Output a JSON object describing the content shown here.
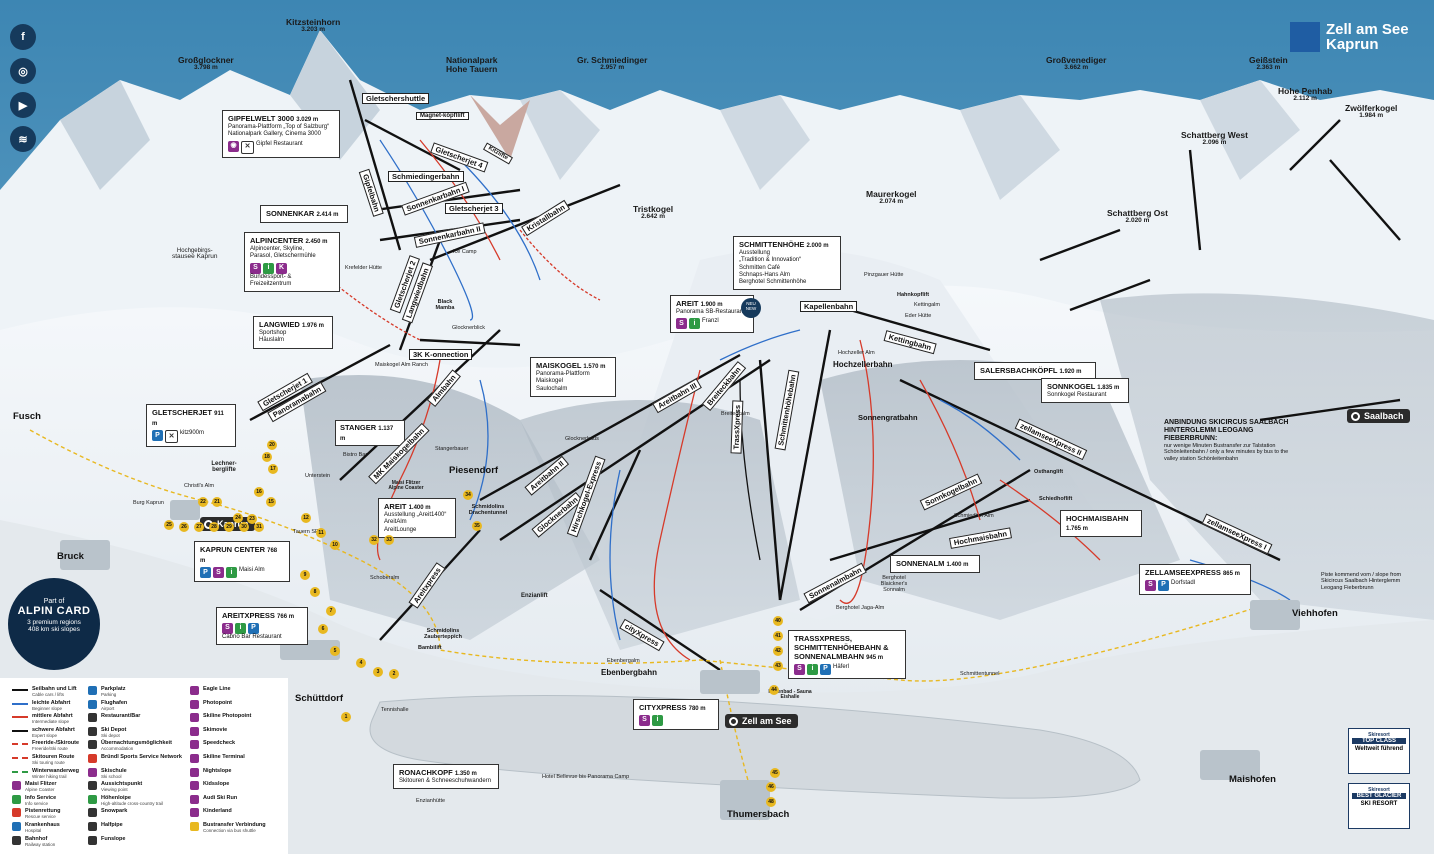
{
  "brand": {
    "line1": "Zell am See",
    "line2": "Kaprun"
  },
  "social": [
    {
      "name": "facebook-icon",
      "glyph": "f"
    },
    {
      "name": "instagram-icon",
      "glyph": "◎"
    },
    {
      "name": "youtube-icon",
      "glyph": "▶"
    },
    {
      "name": "wifi-icon",
      "glyph": "≋"
    }
  ],
  "peaks": [
    {
      "name": "Kitzsteinhorn",
      "alt": "3.203 m"
    },
    {
      "name": "Großglockner",
      "alt": "3.798 m"
    },
    {
      "name": "Nationalpark",
      "alt": "Hohe Tauern"
    },
    {
      "name": "Gr. Schmiedinger",
      "alt": "2.957 m"
    },
    {
      "name": "Großvenediger",
      "alt": "3.662 m"
    },
    {
      "name": "Geißstein",
      "alt": "2.363 m"
    },
    {
      "name": "Hohe Penhab",
      "alt": "2.112 m"
    },
    {
      "name": "Zwölferkogel",
      "alt": "1.984 m"
    },
    {
      "name": "Schattberg West",
      "alt": "2.096 m"
    },
    {
      "name": "Maurerkogel",
      "alt": "2.074 m"
    },
    {
      "name": "Schattberg Ost",
      "alt": "2.020 m"
    },
    {
      "name": "Tristkogel",
      "alt": "2.642 m"
    },
    {
      "name": "Hochgebirgs-",
      "alt": "stausee Kaprun"
    }
  ],
  "towns": {
    "fusch": "Fusch",
    "bruck": "Bruck",
    "schuettdorf": "Schüttdorf",
    "piesendorf": "Piesendorf",
    "viehhofen": "Viehhofen",
    "maishofen": "Maishofen",
    "thumersbach": "Thumersbach",
    "ebenbergbahn": "Ebenbergbahn",
    "hochzellerbahn": "Hochzellerbahn"
  },
  "badges": {
    "kaprun": "Kaprun",
    "zell": "Zell am See",
    "saalbach": "Saalbach"
  },
  "boxes": {
    "gipfelwelt": {
      "title": "GIPFELWELT 3000",
      "alt": "3.029 m",
      "l1": "Panorama-Plattform „Top of Salzburg“",
      "l2": "Nationalpark Gallery, Cinema 3000",
      "l3": "Gipfel Restaurant"
    },
    "sonnenkar": {
      "title": "SONNENKAR",
      "alt": "2.414 m"
    },
    "alpincenter": {
      "title": "ALPINCENTER",
      "alt": "2.450 m",
      "l1": "Alpincenter, Skyline,",
      "l2": "Parasol, Gletschermühle",
      "l3": "Bundessport- &",
      "l4": "Freizeitzentrum"
    },
    "langwied": {
      "title": "LANGWIED",
      "alt": "1.976 m",
      "l1": "Sportshop",
      "l2": "Häuslalm"
    },
    "gletscherjet": {
      "title": "GLETSCHERJET",
      "alt": "911 m",
      "l1": "kitz900m"
    },
    "maiskogel": {
      "title": "MAISKOGEL",
      "alt": "1.570 m",
      "l1": "Panorama-Plattform",
      "l2": "Maiskogel",
      "l3": "Saulochalm"
    },
    "stanger": {
      "title": "STANGER",
      "alt": "1.137 m"
    },
    "areit_k": {
      "title": "AREIT",
      "alt": "1.400 m",
      "l1": "Ausstellung „Areit1400“",
      "l2": "AreitAlm",
      "l3": "AreitLounge"
    },
    "kaprun_center": {
      "title": "KAPRUN CENTER",
      "alt": "768 m",
      "l1": "Maisi Alm"
    },
    "areitxpress": {
      "title": "AREITXPRESS",
      "alt": "766 m",
      "l1": "Cabrio Bar Restaurant"
    },
    "ronachkopf": {
      "title": "RONACHKOPF",
      "alt": "1.350 m",
      "l1": "Skitouren & Schneeschuhwandern"
    },
    "schmittenhoehe": {
      "title": "SCHMITTENHÖHE",
      "alt": "2.000 m",
      "l1": "Ausstellung",
      "l2": "„Tradition & Innovation“",
      "l3": "Schmitten Café",
      "l4": "Schnaps-Hans Alm",
      "l5": "Berghotel Schmittenhöhe"
    },
    "areit_z": {
      "title": "AREIT",
      "alt": "1.900 m",
      "l1": "Panorama SB-Restaurant",
      "l2": "Franzl",
      "neu": "NEU NEW"
    },
    "salersbach": {
      "title": "SALERSBACHKÖPFL",
      "alt": "1.920 m"
    },
    "sonnkogel": {
      "title": "SONNKOGEL",
      "alt": "1.835 m",
      "l1": "Sonnkogel Restaurant"
    },
    "hochmaisbahn": {
      "title": "HOCHMAISBAHN",
      "alt": "1.765 m"
    },
    "sonnenalm": {
      "title": "SONNENALM",
      "alt": "1.400 m"
    },
    "zellamseexpress": {
      "title": "ZELLAMSEEXPRESS",
      "alt": "865 m",
      "l1": "Dorfstadl"
    },
    "trassxpress": {
      "title": "TRASSXPRESS,",
      "l1": "SCHMITTENHÖHEBAHN &",
      "l2": "SONNENALMBAHN",
      "alt": "945 m",
      "l3": "Häferl"
    },
    "cityxpress": {
      "title": "CITYXPRESS",
      "alt": "780 m"
    }
  },
  "lifts": [
    {
      "name": "Gletschershuttle"
    },
    {
      "name": "Magnet-köpfllift"
    },
    {
      "name": "Gipfelbahn"
    },
    {
      "name": "Gletscherjet 4"
    },
    {
      "name": "Kitzlifte"
    },
    {
      "name": "Schmiedingerbahn"
    },
    {
      "name": "Sonnenkarbahn I"
    },
    {
      "name": "Gletscherjet 3"
    },
    {
      "name": "Sonnenkarbahn II"
    },
    {
      "name": "Kristallbahn"
    },
    {
      "name": "Gletscherjet 2"
    },
    {
      "name": "Langwiedbahn"
    },
    {
      "name": "Gletscherjet 1"
    },
    {
      "name": "Panoramabahn"
    },
    {
      "name": "3K K-onnection"
    },
    {
      "name": "Almbahn"
    },
    {
      "name": "MK Maiskogelbahn"
    },
    {
      "name": "Areitbahn III"
    },
    {
      "name": "Breiteckbahn"
    },
    {
      "name": "Areitbahn II"
    },
    {
      "name": "Glocknerbahn"
    },
    {
      "name": "Hirschkogel-Express"
    },
    {
      "name": "Areitxpress"
    },
    {
      "name": "TrassXpress"
    },
    {
      "name": "Schmittenhöhebahn"
    },
    {
      "name": "Kapellenbahn"
    },
    {
      "name": "Kettingbahn"
    },
    {
      "name": "zellamseeXpress II"
    },
    {
      "name": "zellamseeXpress I"
    },
    {
      "name": "Sonnkogelbahn"
    },
    {
      "name": "Hochmaisbahn"
    },
    {
      "name": "Sonnenalmbahn"
    },
    {
      "name": "cityXpress"
    },
    {
      "name": "Sonnengratbahn"
    }
  ],
  "smalllabels": {
    "ice_camp": "Ice Camp",
    "kristaller": "Krefelder Hütte",
    "black_mamba": "Black Mamba",
    "glocknerblick": "Glocknerblick",
    "maiskogel_alm": "Maiskogel Alm Ranch",
    "bistro_bar": "Bistro Bar",
    "stangerbauer": "Stangerbauer",
    "unterstein": "Unterstein",
    "maisi_flitzer": "Maisi Flitzer Alpine Coaster",
    "christls": "Christl's Alm",
    "burg_kaprun": "Burg Kaprun",
    "tauern_spa": "Tauern SPA",
    "schoberalm": "Schoberalm",
    "enzianlift": "Enzianlift",
    "schmidolins": "Schmidolins Drachentunnel",
    "zauberteppich": "Schmidolins Zauberteppich",
    "bambilift": "Bambilift",
    "glocknerhaus": "Glocknerhaus",
    "breiteckalm": "Breiteckalm",
    "ebenbergalm": "Ebenbergalm",
    "hahnkopflift": "Hahnkopflift",
    "kettingalm": "Kettingalm",
    "ederhuette": "Eder Hütte",
    "pinzgauer": "Pinzgauer Hütte",
    "hochzeller_alm": "Hochzeller Alm",
    "osthanglift": "Osthanglift",
    "schiedhoflift": "Schiedhoflift",
    "schmiedhof_alm": "Schmiedhof Alm",
    "berghotel": "Berghotel Jaga-Alm",
    "blaickner": "Berghotel Blaickner's Sonnalm",
    "hallenbad": "Hallenbad - Sauna Eishalle",
    "bellevue": "Hotel Bellevue bis Panorama Camp",
    "enzianhuette": "Enzianhütte",
    "lechnerlifte": "Lechner-berglifte",
    "tennishalle": "Tennishalle",
    "schmittentunnel": "Schmittentunnel",
    "saalbach_info": "ANBINDUNG SKICIRCUS SAALBACH HINTERGLEMM LEOGANG FIEBERBRUNN:",
    "saalbach_sub": "nur wenige Minuten Bustransfer zur Talstation Schönleitenbahn / only a few minutes by bus to the valley station Schönleitenbahn",
    "piste_info": "Piste kommend vom / slope from Skicircus Saalbach Hinterglemm Leogang Fieberbrunn"
  },
  "alpin_card": {
    "part": "Part of",
    "name": "ALPIN CARD",
    "l1": "3 premium regions",
    "l2": "408 km ski slopes"
  },
  "awards": [
    {
      "brand": "Skiresort",
      "h": "TOP CLASS",
      "t": "Weltweit führend"
    },
    {
      "brand": "Skiresort",
      "h": "BEST GLACIER",
      "t": "SKI RESORT"
    }
  ],
  "legend": {
    "col1": [
      {
        "n": "Seilbahn und Lift",
        "s": "Cable cars / lifts",
        "c": "#111111",
        "k": "line"
      },
      {
        "n": "leichte Abfahrt",
        "s": "Beginner slope",
        "c": "#2f6fc9",
        "k": "line"
      },
      {
        "n": "mittlere Abfahrt",
        "s": "Intermediate slope",
        "c": "#d63a2a",
        "k": "line"
      },
      {
        "n": "schwere Abfahrt",
        "s": "Expert slope",
        "c": "#111111",
        "k": "line"
      },
      {
        "n": "Freeride-/Skiroute",
        "s": "Freeride/Ski route",
        "c": "#d63a2a",
        "k": "dash"
      },
      {
        "n": "Skitouren Route",
        "s": "Ski touring route",
        "c": "#d63a2a",
        "k": "dash"
      },
      {
        "n": "Winterwanderweg",
        "s": "Winter hiking trail",
        "c": "#2e9a44",
        "k": "dash"
      },
      {
        "n": "Maisi Flitzer",
        "s": "Alpine Coaster",
        "c": "#8b2c8c",
        "k": "sq"
      },
      {
        "n": "Info Service",
        "s": "Info service",
        "c": "#2e9a44",
        "k": "sq"
      },
      {
        "n": "Pistenrettung",
        "s": "Rescue service",
        "c": "#d63a2a",
        "k": "sq"
      },
      {
        "n": "Krankenhaus",
        "s": "Hospital",
        "c": "#1f6fb5",
        "k": "sq"
      },
      {
        "n": "Bahnhof",
        "s": "Railway station",
        "c": "#333333",
        "k": "sq"
      }
    ],
    "col2": [
      {
        "n": "Parkplatz",
        "s": "Parking",
        "c": "#1f6fb5"
      },
      {
        "n": "Flughafen",
        "s": "Airport",
        "c": "#1f6fb5"
      },
      {
        "n": "Restaurant/Bar",
        "s": "",
        "c": "#333333"
      },
      {
        "n": "Ski Depot",
        "s": "Ski depot",
        "c": "#333333"
      },
      {
        "n": "Übernachtungsmöglichkeit",
        "s": "Accommodation",
        "c": "#333333"
      },
      {
        "n": "Bründl Sports Service Network",
        "s": "",
        "c": "#d63a2a"
      },
      {
        "n": "Skischule",
        "s": "Ski school",
        "c": "#8b2c8c"
      },
      {
        "n": "Aussichtspunkt",
        "s": "Viewing point",
        "c": "#333333"
      },
      {
        "n": "Höhenloipe",
        "s": "High-altitude cross-country trail",
        "c": "#2e9a44"
      },
      {
        "n": "Snowpark",
        "s": "",
        "c": "#333333"
      },
      {
        "n": "Halfpipe",
        "s": "",
        "c": "#333333"
      },
      {
        "n": "Funslope",
        "s": "",
        "c": "#333333"
      }
    ],
    "col3": [
      {
        "n": "Eagle Line",
        "s": "",
        "c": "#8b2c8c"
      },
      {
        "n": "Photopoint",
        "s": "",
        "c": "#8b2c8c"
      },
      {
        "n": "Skiline Photopoint",
        "s": "",
        "c": "#8b2c8c"
      },
      {
        "n": "Skimovie",
        "s": "",
        "c": "#8b2c8c"
      },
      {
        "n": "Speedcheck",
        "s": "",
        "c": "#8b2c8c"
      },
      {
        "n": "Skiline Terminal",
        "s": "",
        "c": "#8b2c8c"
      },
      {
        "n": "Nightslope",
        "s": "",
        "c": "#8b2c8c"
      },
      {
        "n": "Kidsslope",
        "s": "",
        "c": "#8b2c8c"
      },
      {
        "n": "Audi Ski Run",
        "s": "",
        "c": "#8b2c8c"
      },
      {
        "n": "Kinderland",
        "s": "",
        "c": "#8b2c8c"
      },
      {
        "n": "Bustransfer Verbindung",
        "s": "Connection via bus shuttle",
        "c": "#e8b820"
      }
    ]
  },
  "bus_stops": [
    "1",
    "2",
    "3",
    "4",
    "5",
    "6",
    "7",
    "8",
    "9",
    "10",
    "11",
    "12",
    "15",
    "16",
    "17",
    "18",
    "20",
    "21",
    "22",
    "23",
    "24",
    "25",
    "26",
    "27",
    "28",
    "29",
    "30",
    "31",
    "32",
    "33",
    "34",
    "35",
    "40",
    "41",
    "42",
    "43",
    "44",
    "45",
    "46",
    "48"
  ],
  "colors": {
    "sky": "#4a8fb8",
    "snow": "#f2f5f8",
    "lake": "#d9dee3",
    "lift": "#111111",
    "blue": "#2f6fc9",
    "red": "#d63a2a",
    "black": "#111111",
    "bus": "#e8b820"
  }
}
